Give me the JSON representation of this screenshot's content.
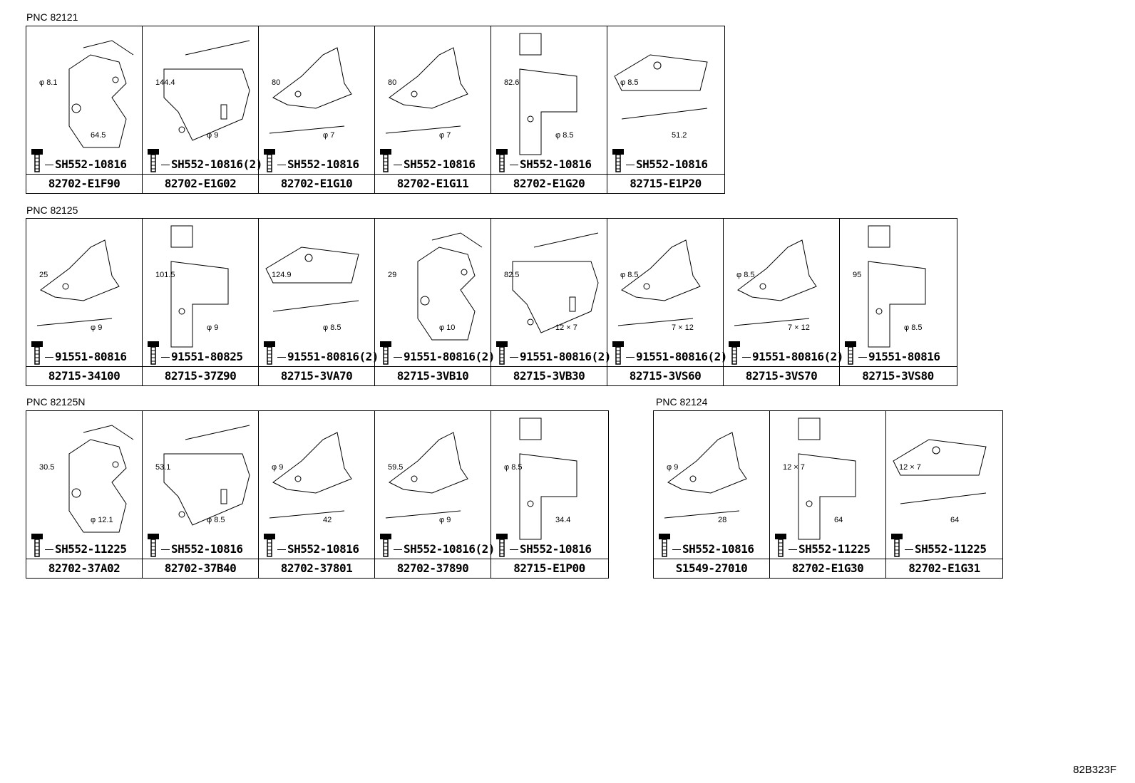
{
  "groups": [
    {
      "pnc": "PNC 82121",
      "cells": [
        {
          "fastener": "SH552-10816",
          "part": "82702-E1F90",
          "dims": [
            "φ 8.1",
            "64.5"
          ]
        },
        {
          "fastener": "SH552-10816(2)",
          "part": "82702-E1G02",
          "dims": [
            "144.4",
            "φ 9"
          ]
        },
        {
          "fastener": "SH552-10816",
          "part": "82702-E1G10",
          "dims": [
            "80",
            "φ 7"
          ]
        },
        {
          "fastener": "SH552-10816",
          "part": "82702-E1G11",
          "dims": [
            "80",
            "φ 7"
          ]
        },
        {
          "fastener": "SH552-10816",
          "part": "82702-E1G20",
          "dims": [
            "82.6",
            "φ 8.5"
          ]
        },
        {
          "fastener": "SH552-10816",
          "part": "82715-E1P20",
          "dims": [
            "φ 8.5",
            "51.2"
          ]
        }
      ]
    },
    {
      "pnc": "PNC 82125",
      "cells": [
        {
          "fastener": "91551-80816",
          "part": "82715-34100",
          "dims": [
            "25",
            "φ 9"
          ]
        },
        {
          "fastener": "91551-80825",
          "part": "82715-37Z90",
          "dims": [
            "101.5",
            "φ 9"
          ]
        },
        {
          "fastener": "91551-80816(2)",
          "part": "82715-3VA70",
          "dims": [
            "124.9",
            "φ 8.5"
          ]
        },
        {
          "fastener": "91551-80816(2)",
          "part": "82715-3VB10",
          "dims": [
            "29",
            "φ 10"
          ]
        },
        {
          "fastener": "91551-80816(2)",
          "part": "82715-3VB30",
          "dims": [
            "82.5",
            "12 × 7"
          ]
        },
        {
          "fastener": "91551-80816(2)",
          "part": "82715-3VS60",
          "dims": [
            "φ 8.5",
            "7 × 12"
          ]
        },
        {
          "fastener": "91551-80816(2)",
          "part": "82715-3VS70",
          "dims": [
            "φ 8.5",
            "7 × 12"
          ]
        },
        {
          "fastener": "91551-80816",
          "part": "82715-3VS80",
          "dims": [
            "95",
            "φ 8.5"
          ]
        }
      ]
    },
    {
      "pnc": "PNC 82125N",
      "cells": [
        {
          "fastener": "SH552-11225",
          "part": "82702-37A02",
          "dims": [
            "30.5",
            "φ 12.1"
          ]
        },
        {
          "fastener": "SH552-10816",
          "part": "82702-37B40",
          "dims": [
            "53.1",
            "φ 8.5"
          ]
        },
        {
          "fastener": "SH552-10816",
          "part": "82702-37801",
          "dims": [
            "φ 9",
            "42"
          ]
        },
        {
          "fastener": "SH552-10816(2)",
          "part": "82702-37890",
          "dims": [
            "59.5",
            "φ 9"
          ]
        },
        {
          "fastener": "SH552-10816",
          "part": "82715-E1P00",
          "dims": [
            "φ 8.5",
            "34.4"
          ]
        }
      ]
    },
    {
      "pnc": "PNC 82124",
      "cells": [
        {
          "fastener": "SH552-10816",
          "part": "S1549-27010",
          "dims": [
            "φ 9",
            "28"
          ]
        },
        {
          "fastener": "SH552-11225",
          "part": "82702-E1G30",
          "dims": [
            "12 × 7",
            "64"
          ]
        },
        {
          "fastener": "SH552-11225",
          "part": "82702-E1G31",
          "dims": [
            "12 × 7",
            "64"
          ]
        }
      ]
    }
  ],
  "illustration_code": "82B323F"
}
